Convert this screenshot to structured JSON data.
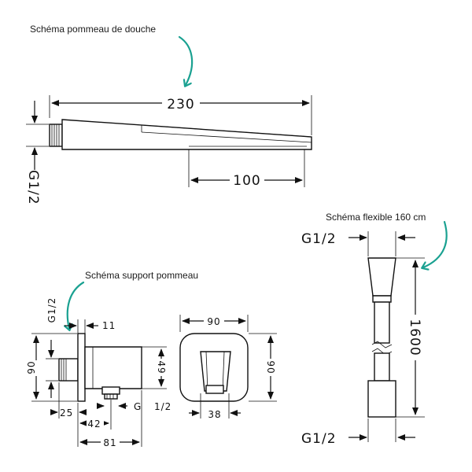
{
  "captions": {
    "shower_head": "Schéma pommeau de douche",
    "hose": "Schéma flexible 160 cm",
    "holder": "Schéma support pommeau"
  },
  "shower_head": {
    "dim_length": "230",
    "dim_spray": "100",
    "dim_thread": "G1/2"
  },
  "hose": {
    "dim_thread_top": "G1/2",
    "dim_thread_bottom": "G1/2",
    "dim_length": "1600"
  },
  "holder": {
    "dim_thread": "G1/2",
    "dim_11": "11",
    "dim_90_height": "90",
    "dim_49": "49",
    "dim_25": "25",
    "dim_42": "42",
    "dim_81": "81",
    "dim_outlet_g": "G",
    "dim_outlet_half": "1/2",
    "dim_90_width": "90",
    "dim_90_front_height": "90",
    "dim_38": "38"
  },
  "colors": {
    "arrow": "#1aa191",
    "line": "#111111"
  }
}
